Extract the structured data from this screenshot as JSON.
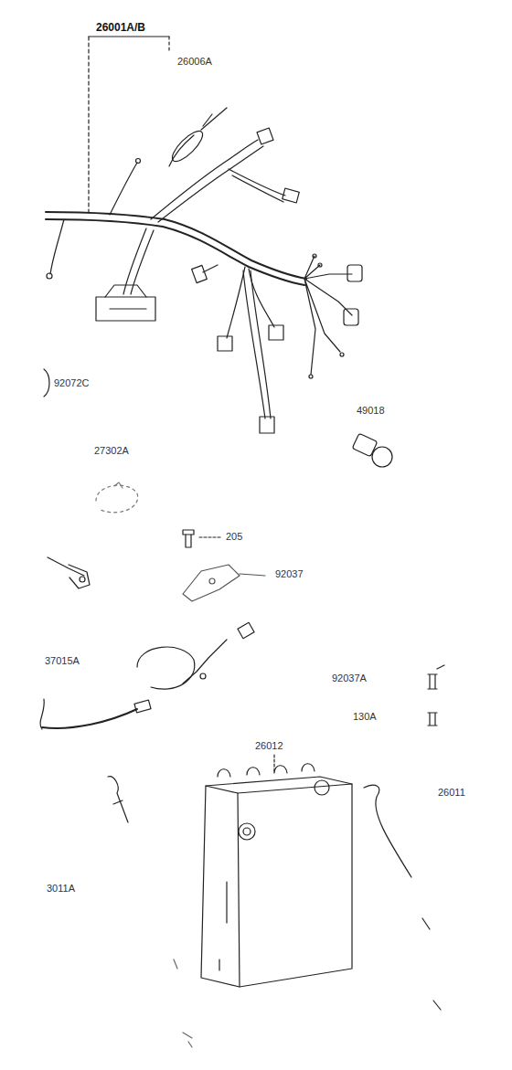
{
  "diagram": {
    "labels": [
      "26001A/B",
      "26006A",
      "92072C",
      "49018",
      "27302A",
      "205",
      "92037",
      "37015A",
      "92037A",
      "130A",
      "26012",
      "26011",
      "3011A"
    ]
  }
}
